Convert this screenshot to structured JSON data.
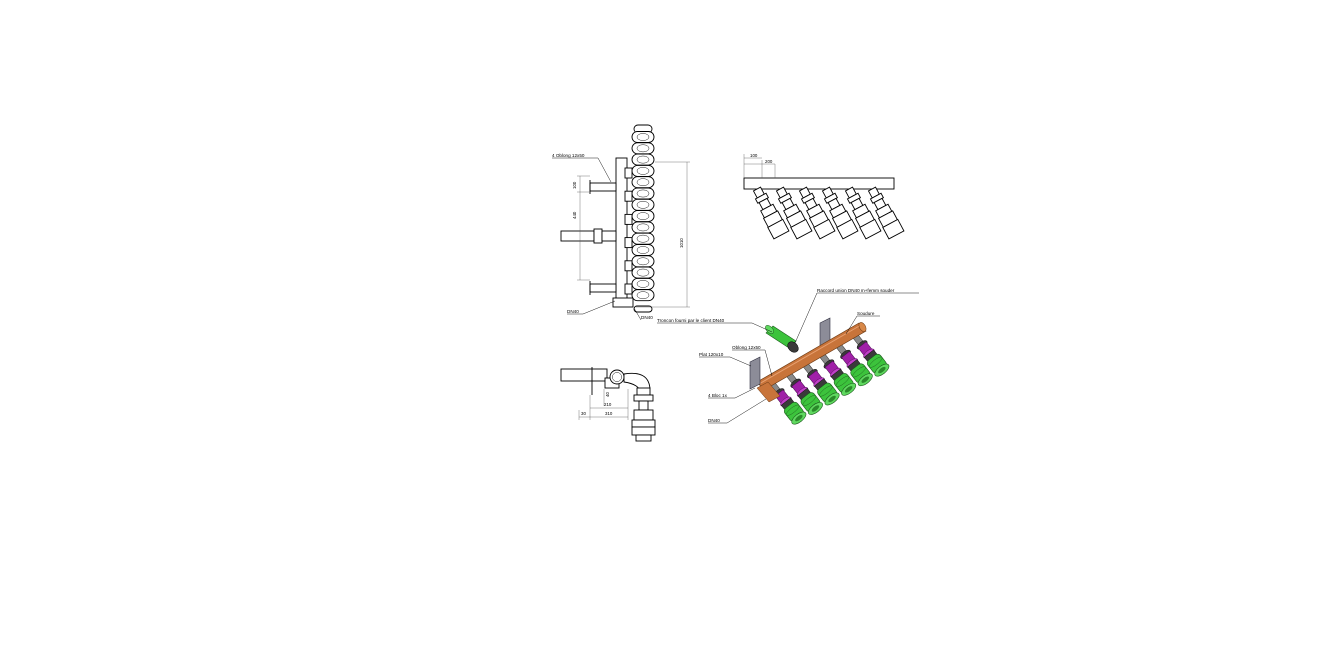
{
  "labels": {
    "oblong_front": "4 Oblong 12x50",
    "dn40_front_a": "DN40",
    "dn40_front_b": "DN40",
    "troncon": "Troncon fourni par le client DN40",
    "raccord": "Raccord union DN40 m+femm souder",
    "soudure": "Soudure",
    "oblong_iso": "Oblong 12x50",
    "plat": "Plat 120x10",
    "bloc": "4 Bloc 1x",
    "dn40_iso": "DN40"
  },
  "dims": {
    "front_top": "100",
    "front_mid": "440",
    "front_height": "1010",
    "top_a": "100",
    "top_b": "200",
    "side_a": "40",
    "side_b": "210",
    "side_c": "310",
    "side_d": "30"
  },
  "colors": {
    "pipe": "#c8743a",
    "valve": "#a020a8",
    "body": "#3cc33c",
    "plate": "#8c8c98"
  }
}
